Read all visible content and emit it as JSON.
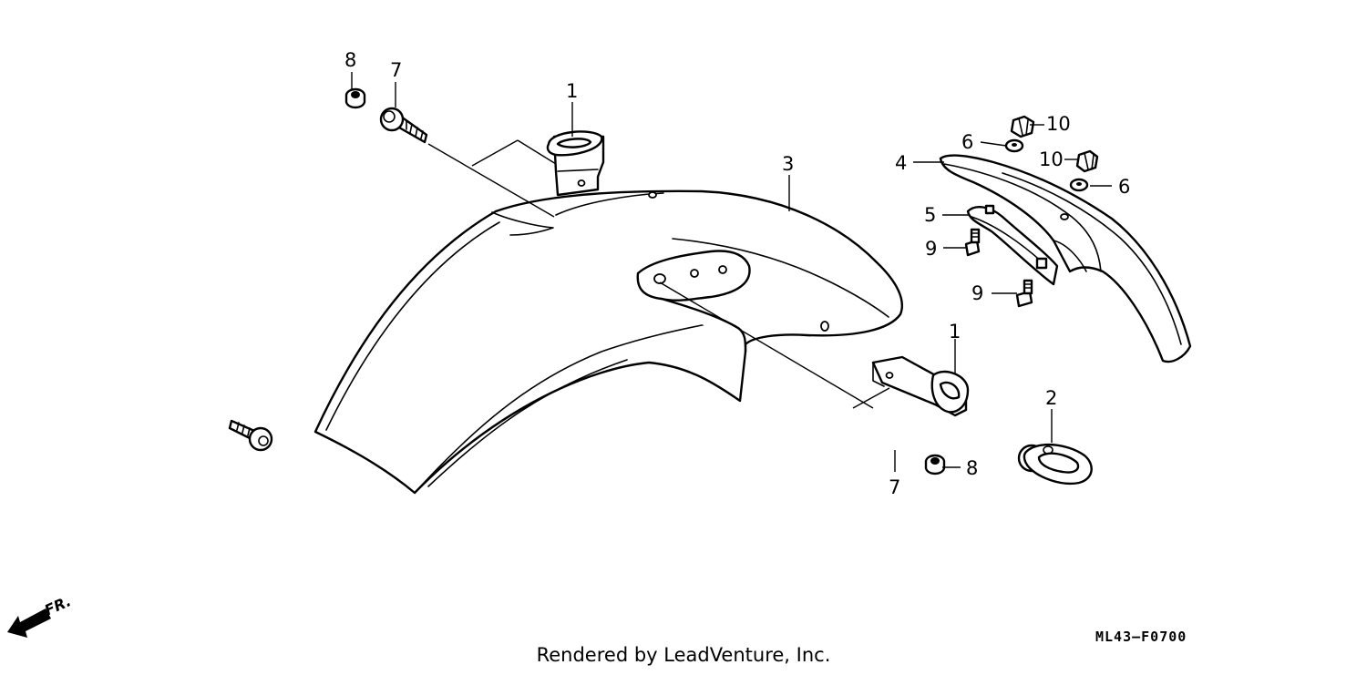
{
  "diagram": {
    "callouts": {
      "c1a": "1",
      "c1b": "1",
      "c2": "2",
      "c3": "3",
      "c4": "4",
      "c5": "5",
      "c6a": "6",
      "c6b": "6",
      "c7a": "7",
      "c7b": "7",
      "c8a": "8",
      "c8b": "8",
      "c9a": "9",
      "c9b": "9",
      "c10a": "10",
      "c10b": "10"
    },
    "direction_label": "FR.",
    "diagram_code": "ML43–F0700",
    "credit": "Rendered by LeadVenture, Inc."
  }
}
